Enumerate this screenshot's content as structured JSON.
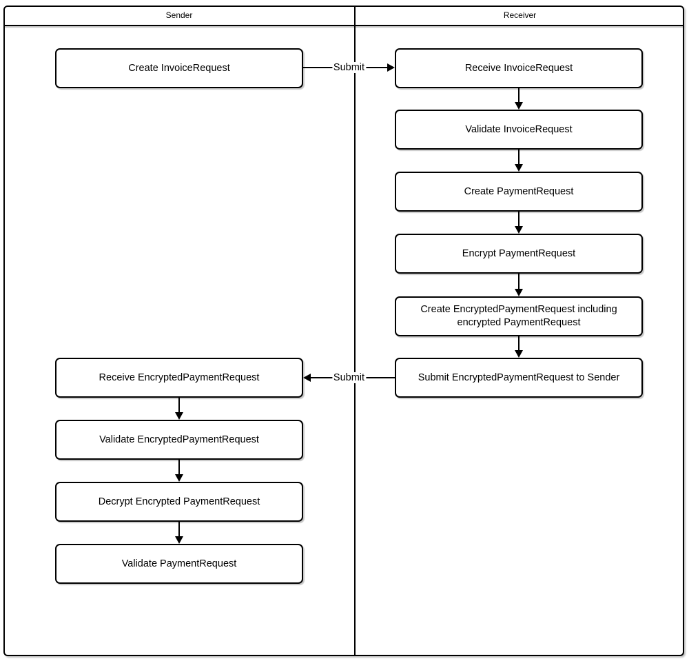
{
  "lanes": [
    {
      "title": "Sender"
    },
    {
      "title": "Receiver"
    }
  ],
  "sender": {
    "boxes": [
      {
        "label": "Create InvoiceRequest"
      },
      {
        "label": "Receive EncryptedPaymentRequest"
      },
      {
        "label": "Validate EncryptedPaymentRequest"
      },
      {
        "label": "Decrypt Encrypted PaymentRequest"
      },
      {
        "label": "Validate PaymentRequest"
      }
    ]
  },
  "receiver": {
    "boxes": [
      {
        "label": "Receive InvoiceRequest"
      },
      {
        "label": "Validate InvoiceRequest"
      },
      {
        "label": "Create PaymentRequest"
      },
      {
        "label": "Encrypt PaymentRequest"
      },
      {
        "label": "Create EncryptedPaymentRequest including encrypted PaymentRequest"
      },
      {
        "label": "Submit EncryptedPaymentRequest to Sender"
      }
    ]
  },
  "arrows": {
    "sender_to_receiver": {
      "label": "Submit"
    },
    "receiver_to_sender": {
      "label": "Submit"
    }
  },
  "colors": {
    "stroke": "#000000",
    "box_fill": "#ffffff",
    "background": "#ffffff",
    "text": "#000000"
  }
}
